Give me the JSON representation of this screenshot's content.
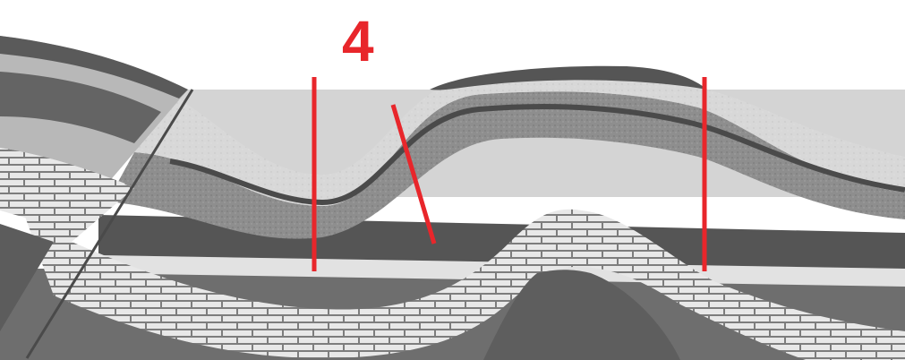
{
  "figure": {
    "label": "4"
  },
  "colors": {
    "marker": "#e8262b",
    "sky": "#cfcfcf",
    "layer_light": "#dcdcdc",
    "layer_mid": "#9a9a9a",
    "layer_dark": "#6a6a6a",
    "layer_darkest": "#4e4e4e",
    "limestone": "#e6e6e6",
    "limestone_joint": "#7d7d7d"
  },
  "markers": [
    {
      "name": "vertical-marker-left",
      "kind": "vertical"
    },
    {
      "name": "slanted-marker-middle",
      "kind": "slanted"
    },
    {
      "name": "vertical-marker-right",
      "kind": "vertical"
    }
  ]
}
